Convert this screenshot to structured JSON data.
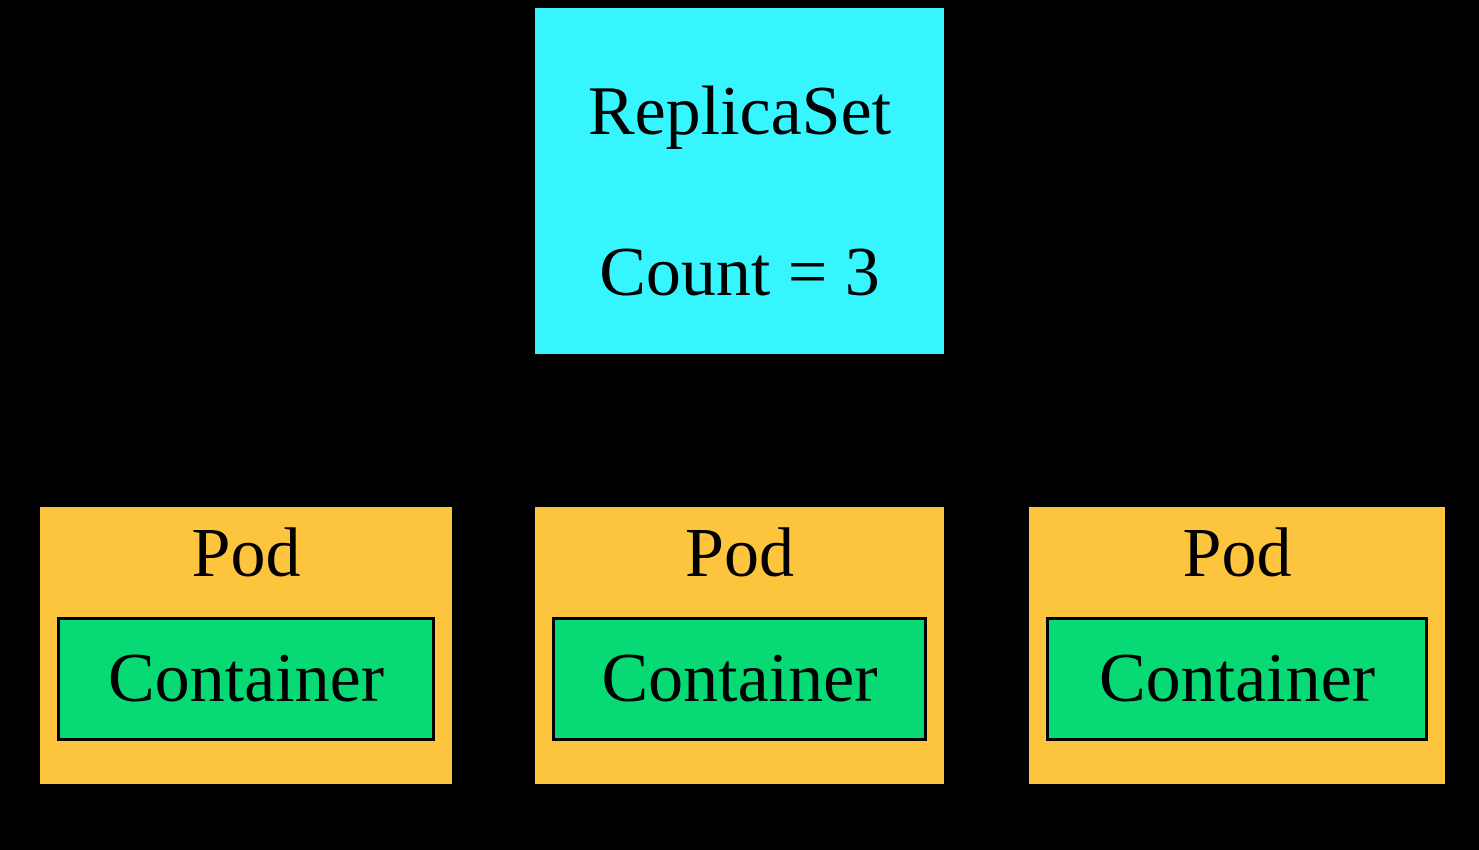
{
  "colors": {
    "background": "#000000",
    "replicaset_fill": "#36F5FF",
    "pod_fill": "#FDC43E",
    "container_fill": "#07DA74",
    "border": "#000000",
    "text": "#000000"
  },
  "replicaset": {
    "label": "ReplicaSet",
    "count_label": "Count = 3"
  },
  "pods": [
    {
      "label": "Pod",
      "container": {
        "label": "Container"
      }
    },
    {
      "label": "Pod",
      "container": {
        "label": "Container"
      }
    },
    {
      "label": "Pod",
      "container": {
        "label": "Container"
      }
    }
  ]
}
